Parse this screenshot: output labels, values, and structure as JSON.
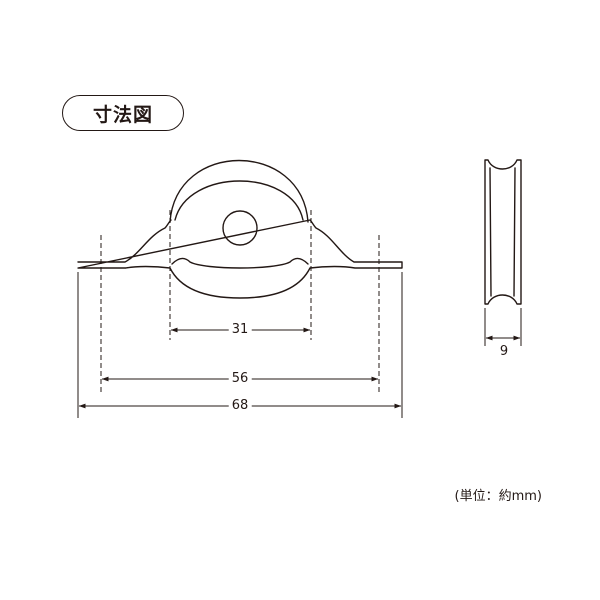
{
  "title": "寸法図",
  "unit_note": "(単位：約mm)",
  "dimensions": {
    "groove_width": "31",
    "hole_pitch": "56",
    "overall_length": "68",
    "wheel_thickness": "9"
  },
  "colors": {
    "line": "#231815",
    "background": "#ffffff"
  }
}
